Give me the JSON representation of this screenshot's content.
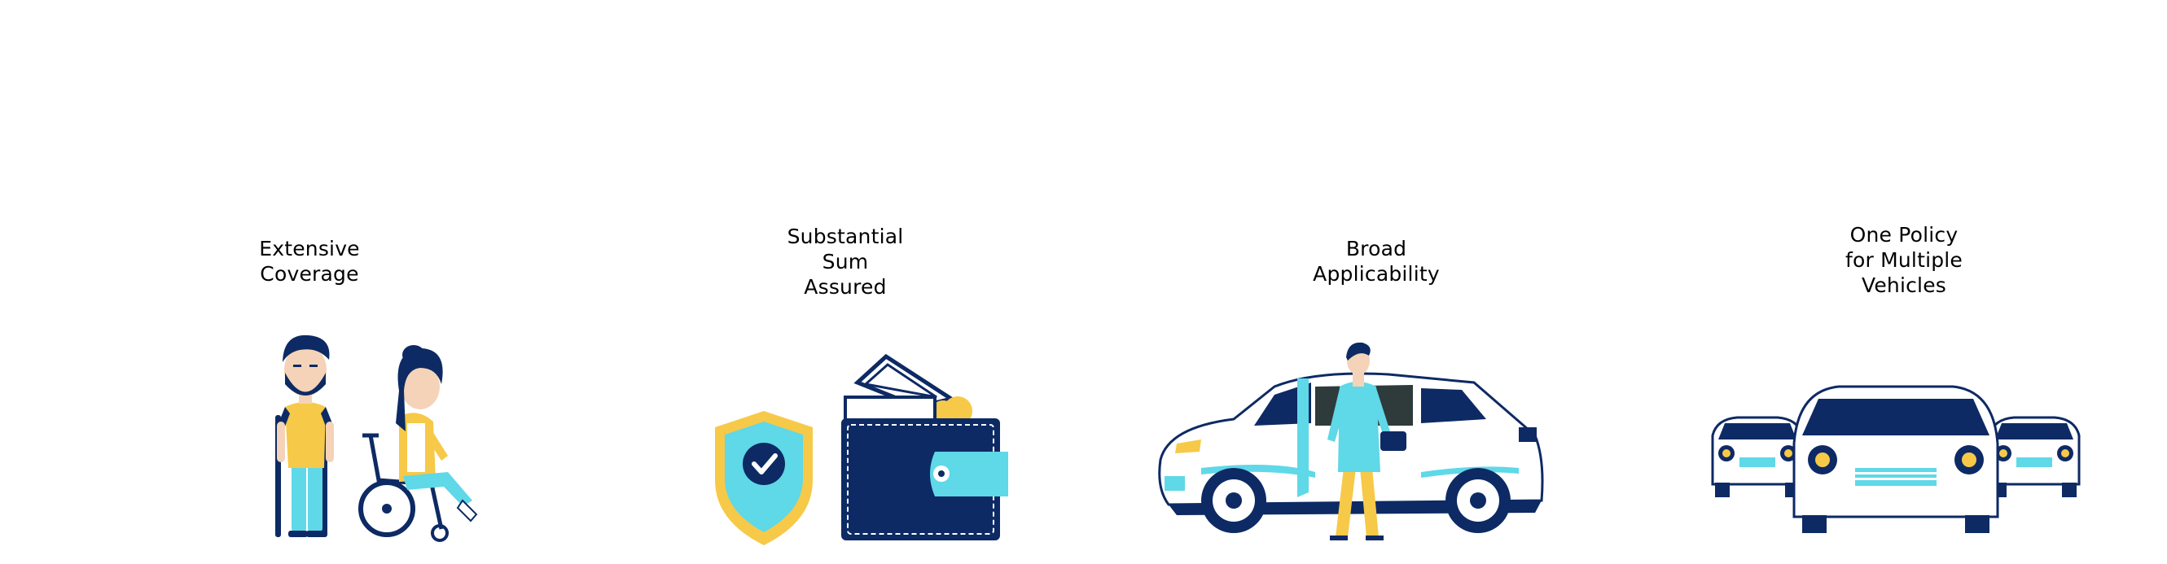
{
  "features": [
    {
      "title": "Extensive\nCoverage",
      "illustration": "people-with-disability-icon"
    },
    {
      "title": "Substantial\nSum\nAssured",
      "illustration": "shield-wallet-icon"
    },
    {
      "title": "Broad\nApplicability",
      "illustration": "man-with-car-icon"
    },
    {
      "title": "One Policy\nfor Multiple\nVehicles",
      "illustration": "multiple-cars-icon"
    }
  ],
  "colors": {
    "navy": "#0d2a64",
    "cyan": "#5fd8e8",
    "yellow": "#f7c948",
    "skin": "#f5d3b8",
    "white": "#ffffff"
  }
}
